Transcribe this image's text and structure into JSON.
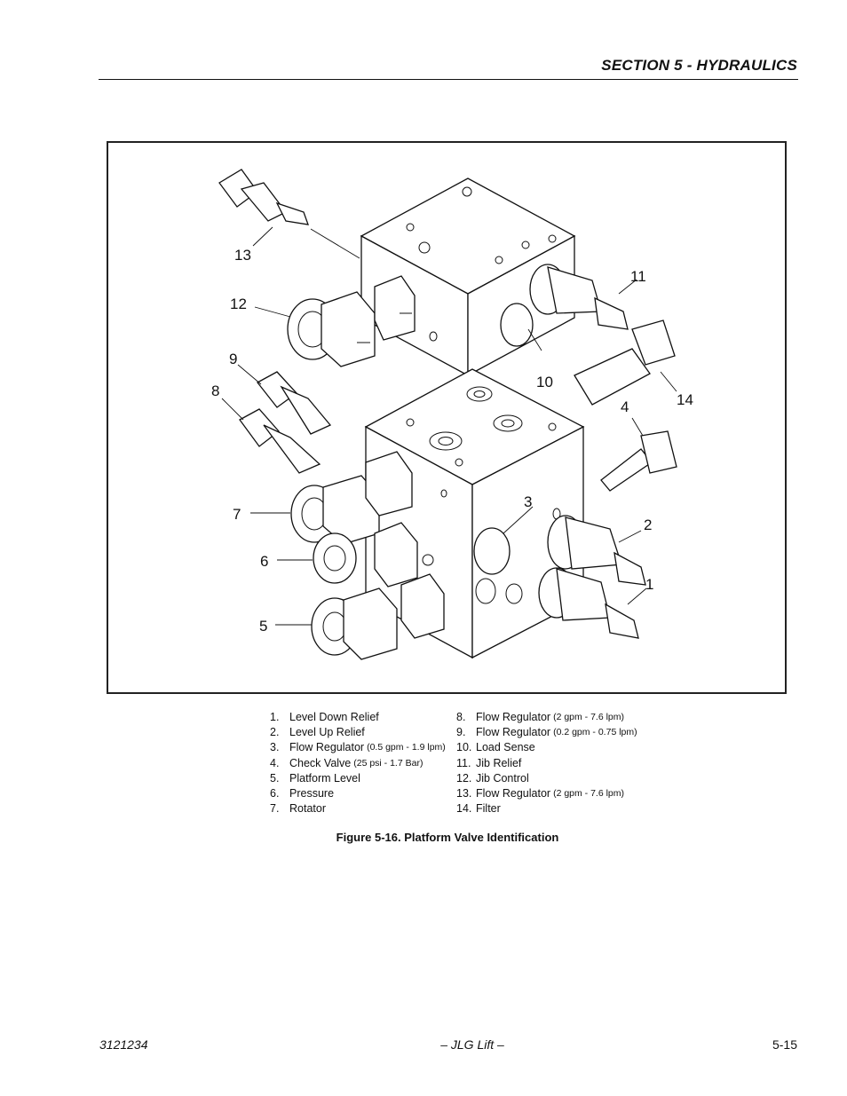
{
  "header": {
    "section_title": "SECTION 5 - HYDRAULICS"
  },
  "figure": {
    "callouts": [
      "1",
      "2",
      "3",
      "4",
      "5",
      "6",
      "7",
      "8",
      "9",
      "10",
      "11",
      "12",
      "13",
      "14"
    ],
    "caption": "Figure 5-16.  Platform Valve Identification"
  },
  "legend": {
    "left": [
      {
        "num": "1.",
        "name": "Level Down Relief",
        "spec": ""
      },
      {
        "num": "2.",
        "name": "Level Up Relief",
        "spec": ""
      },
      {
        "num": "3.",
        "name": "Flow Regulator",
        "spec": "(0.5 gpm - 1.9 lpm)"
      },
      {
        "num": "4.",
        "name": "Check Valve",
        "spec": "(25 psi - 1.7 Bar)"
      },
      {
        "num": "5.",
        "name": "Platform Level",
        "spec": ""
      },
      {
        "num": "6.",
        "name": "Pressure",
        "spec": ""
      },
      {
        "num": "7.",
        "name": "Rotator",
        "spec": ""
      }
    ],
    "right": [
      {
        "num": "8.",
        "name": "Flow Regulator",
        "spec": "(2 gpm - 7.6 lpm)"
      },
      {
        "num": "9.",
        "name": "Flow Regulator",
        "spec": "(0.2 gpm - 0.75 lpm)"
      },
      {
        "num": "10.",
        "name": "Load Sense",
        "spec": ""
      },
      {
        "num": "11.",
        "name": "Jib Relief",
        "spec": ""
      },
      {
        "num": "12.",
        "name": "Jib Control",
        "spec": ""
      },
      {
        "num": "13.",
        "name": "Flow Regulator",
        "spec": "(2 gpm - 7.6 lpm)"
      },
      {
        "num": "14.",
        "name": "Filter",
        "spec": ""
      }
    ]
  },
  "footer": {
    "doc_number": "3121234",
    "brand": "– JLG Lift –",
    "page_number": "5-15"
  }
}
